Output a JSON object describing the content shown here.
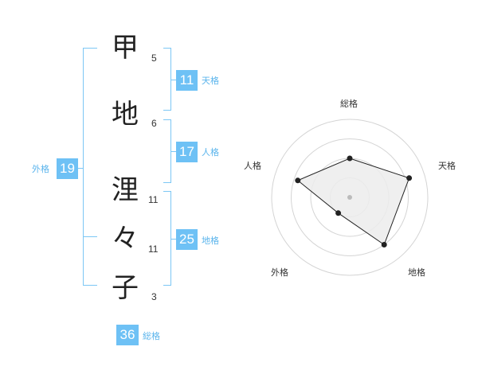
{
  "name_chars": [
    {
      "char": "甲",
      "strokes": "5"
    },
    {
      "char": "地",
      "strokes": "6"
    },
    {
      "char": "浬",
      "strokes": "11"
    },
    {
      "char": "々",
      "strokes": "11"
    },
    {
      "char": "子",
      "strokes": "3"
    }
  ],
  "kakusu": {
    "tenkaku": {
      "value": "11",
      "label": "天格"
    },
    "jinkaku": {
      "value": "17",
      "label": "人格"
    },
    "chikaku": {
      "value": "25",
      "label": "地格"
    },
    "gaikaku": {
      "value": "19",
      "label": "外格"
    },
    "soukaku": {
      "value": "36",
      "label": "総格"
    }
  },
  "colors": {
    "accent": "#6ec1f5",
    "label": "#5ab4ec",
    "bracket": "#7cc7f5"
  },
  "radar": {
    "axes": [
      "総格",
      "天格",
      "地格",
      "外格",
      "人格"
    ],
    "values": [
      0.5,
      0.8,
      0.75,
      0.25,
      0.7
    ],
    "rings": 4
  }
}
